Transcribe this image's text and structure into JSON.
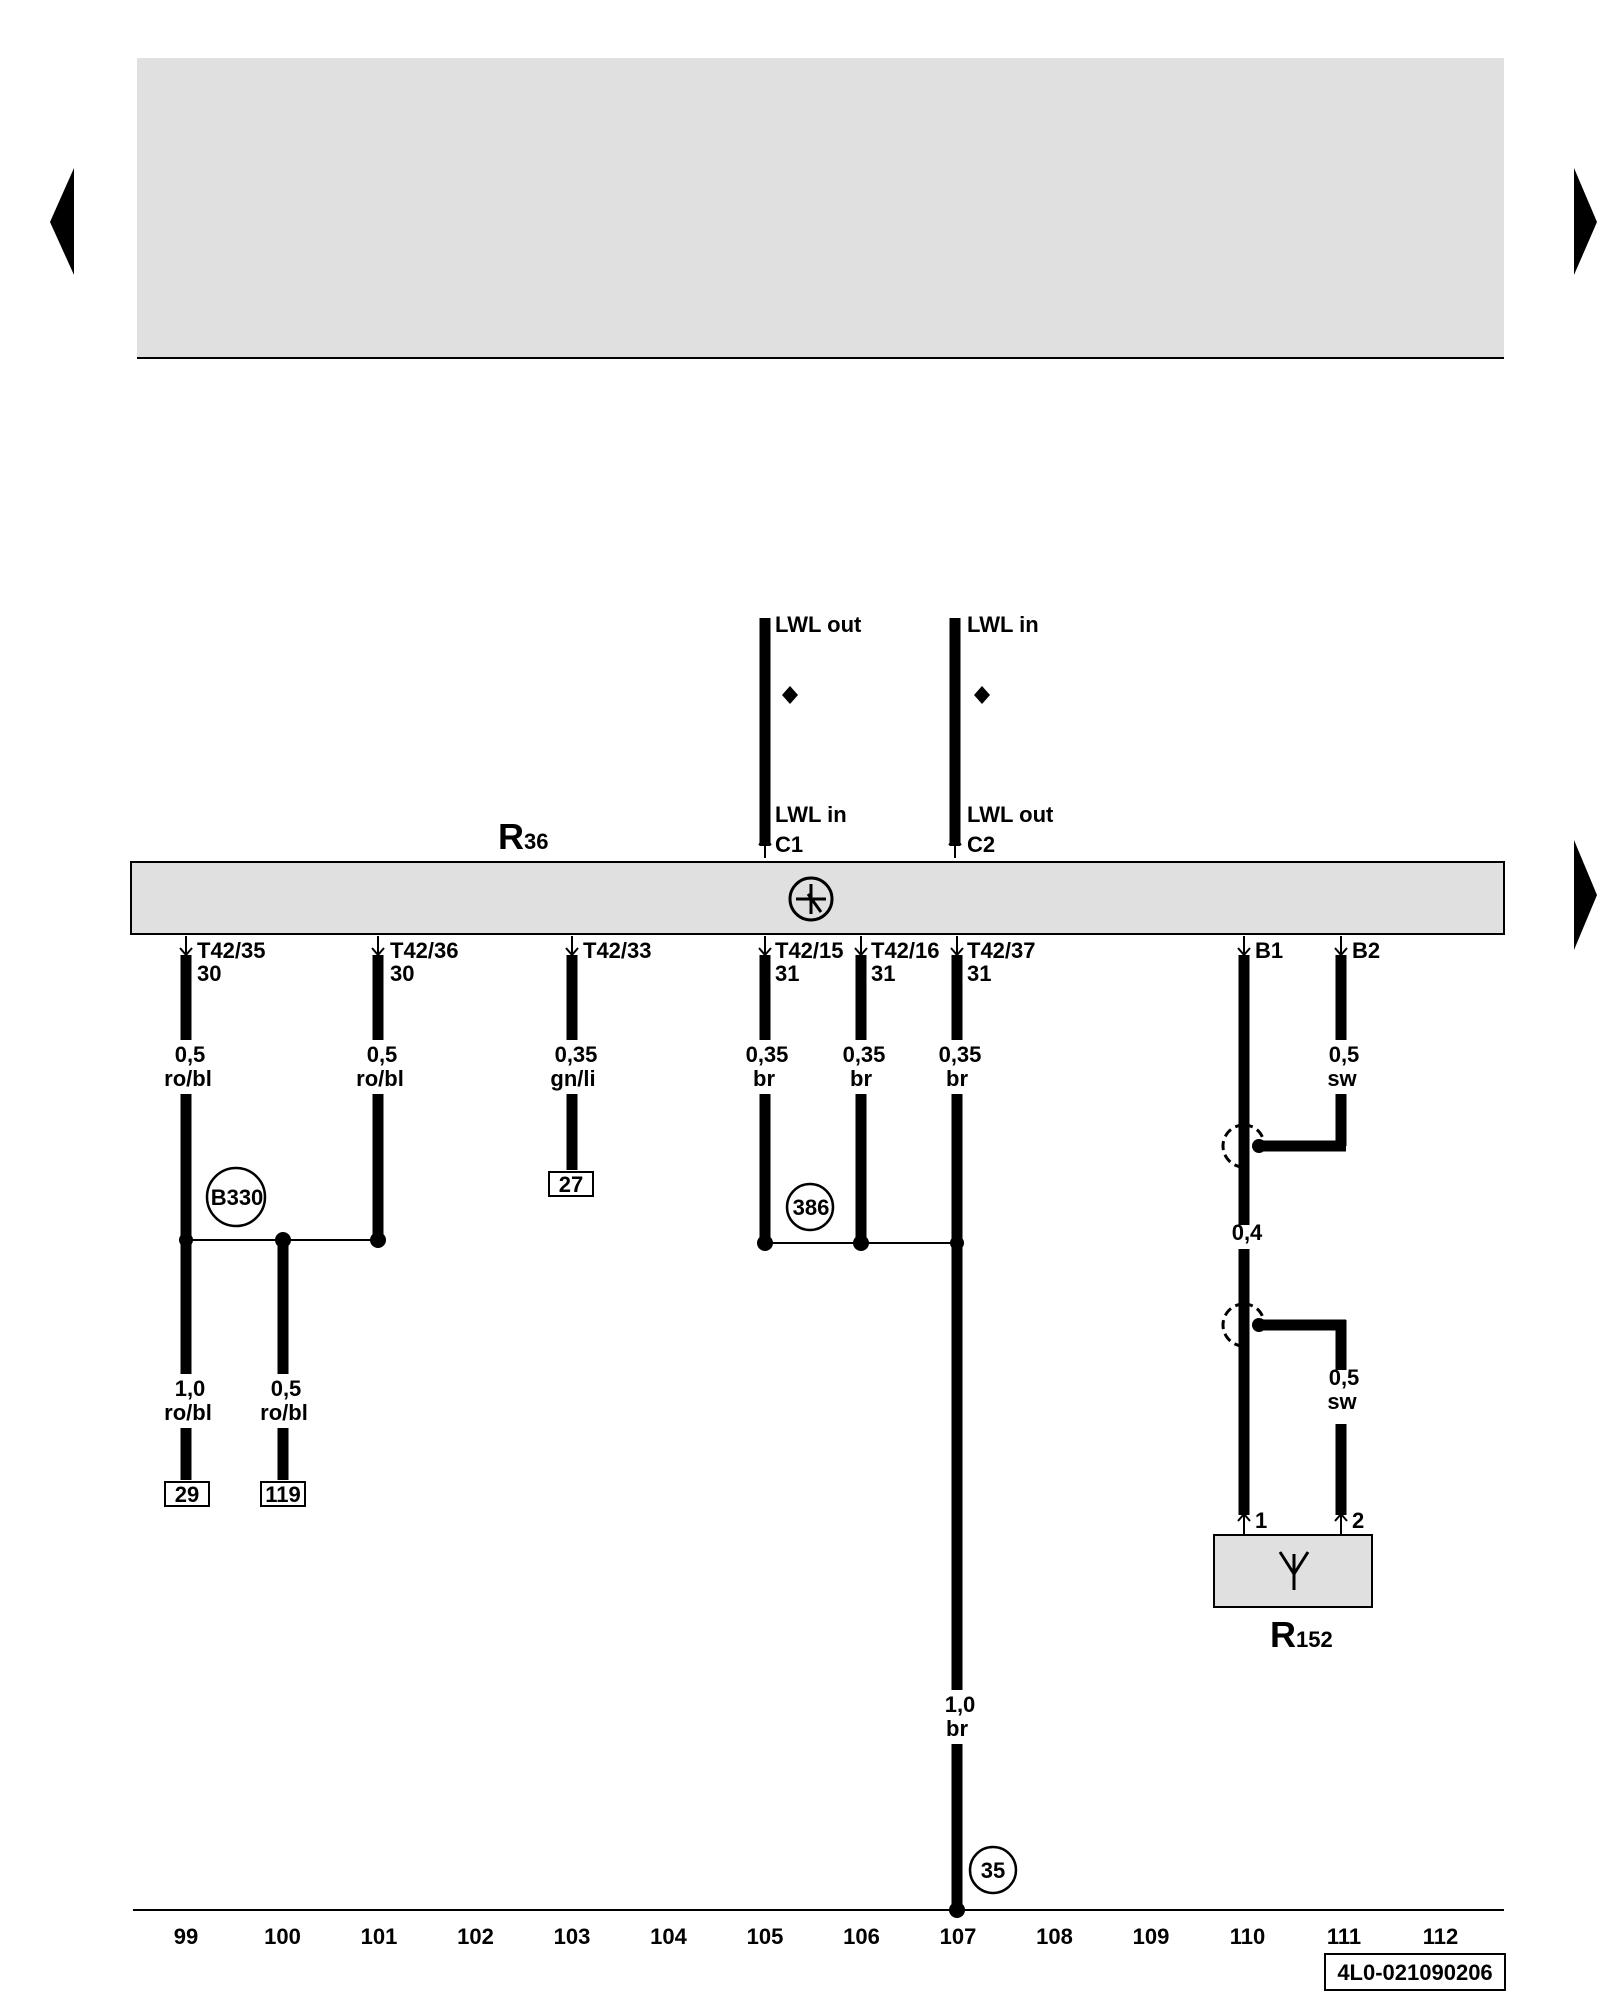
{
  "components": {
    "main": {
      "letter": "R",
      "number": "36"
    },
    "antenna": {
      "letter": "R",
      "number": "152"
    }
  },
  "fiber": {
    "left": {
      "top_label": "LWL out",
      "bottom_label": "LWL in",
      "connector": "C1"
    },
    "right": {
      "top_label": "LWL in",
      "bottom_label": "LWL out",
      "connector": "C2"
    }
  },
  "pins": [
    {
      "id": "T42/35",
      "sub": "30"
    },
    {
      "id": "T42/36",
      "sub": "30"
    },
    {
      "id": "T42/33",
      "sub": ""
    },
    {
      "id": "T42/15",
      "sub": "31"
    },
    {
      "id": "T42/16",
      "sub": "31"
    },
    {
      "id": "T42/37",
      "sub": "31"
    },
    {
      "id": "B1",
      "sub": ""
    },
    {
      "id": "B2",
      "sub": ""
    }
  ],
  "wires": [
    {
      "size": "0,5",
      "color": "ro/bl"
    },
    {
      "size": "0,5",
      "color": "ro/bl"
    },
    {
      "size": "0,35",
      "color": "gn/li"
    },
    {
      "size": "0,35",
      "color": "br"
    },
    {
      "size": "0,35",
      "color": "br"
    },
    {
      "size": "0,35",
      "color": "br"
    },
    {
      "size": "0,5",
      "color": "sw"
    },
    {
      "size": "0,4",
      "color": ""
    },
    {
      "size": "0,5",
      "color": "sw"
    },
    {
      "size": "1,0",
      "color": "ro/bl"
    },
    {
      "size": "0,5",
      "color": "ro/bl"
    },
    {
      "size": "1,0",
      "color": "br"
    }
  ],
  "references": [
    "27",
    "29",
    "119"
  ],
  "connections": [
    "B330",
    "386",
    "35"
  ],
  "antenna_pins": [
    "1",
    "2"
  ],
  "columns": [
    "99",
    "100",
    "101",
    "102",
    "103",
    "104",
    "105",
    "106",
    "107",
    "108",
    "109",
    "110",
    "111",
    "112"
  ],
  "doc_id": "4L0-021090206",
  "colors": {
    "box_fill": "#e0e0e0",
    "line": "#000000",
    "header_fill": "#e0e0e0"
  }
}
